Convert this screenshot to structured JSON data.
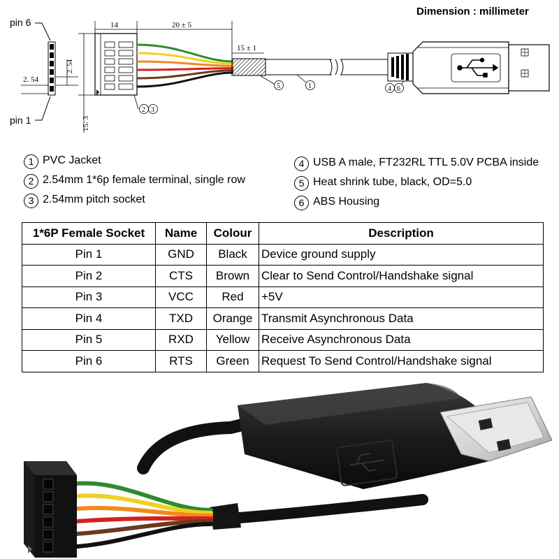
{
  "dimension_title": "Dimension : millimeter",
  "drawing": {
    "pin6_label": "pin 6",
    "pin1_label": "pin 1",
    "dims": {
      "socket_width": "14",
      "wire_length": "20 ± 5",
      "strip_length": "15 ± 1",
      "pitch_left": "2. 54",
      "pitch_right": "2. 54",
      "height": "15. 3"
    },
    "callouts": {
      "c23": [
        "2",
        "3"
      ],
      "c5": "5",
      "c1": "1",
      "c46": [
        "4",
        "6"
      ]
    }
  },
  "legend": [
    {
      "num": "1",
      "text": "PVC Jacket"
    },
    {
      "num": "2",
      "text": "2.54mm 1*6p female terminal, single row"
    },
    {
      "num": "3",
      "text": "2.54mm pitch socket"
    },
    {
      "num": "4",
      "text": "USB A male, FT232RL TTL 5.0V PCBA inside"
    },
    {
      "num": "5",
      "text": "Heat shrink tube, black, OD=5.0"
    },
    {
      "num": "6",
      "text": "ABS Housing"
    }
  ],
  "table": {
    "headers": [
      "1*6P Female Socket",
      "Name",
      "Colour",
      "Description"
    ],
    "rows": [
      [
        "Pin 1",
        "GND",
        "Black",
        "Device ground supply"
      ],
      [
        "Pin 2",
        "CTS",
        "Brown",
        "Clear to Send Control/Handshake signal"
      ],
      [
        "Pin 3",
        "VCC",
        "Red",
        "+5V"
      ],
      [
        "Pin 4",
        "TXD",
        "Orange",
        "Transmit Asynchronous Data"
      ],
      [
        "Pin 5",
        "RXD",
        "Yellow",
        "Receive Asynchronous Data"
      ],
      [
        "Pin 6",
        "RTS",
        "Green",
        "Request To Send Control/Handshake signal"
      ]
    ]
  },
  "wire_colors": [
    "#2e8b2e",
    "#f0d020",
    "#f08a20",
    "#d42020",
    "#6b3a1e",
    "#111111"
  ]
}
